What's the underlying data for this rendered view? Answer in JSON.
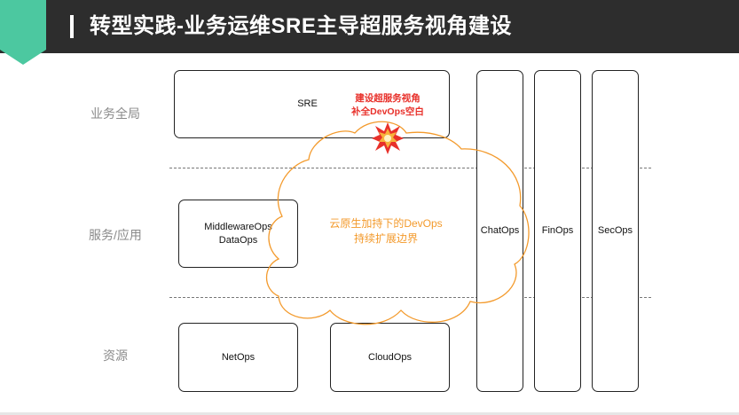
{
  "slide": {
    "title": "转型实践-业务运维SRE主导超服务视角建设",
    "accent_color": "#4cc8a0",
    "cloud_color": "#f39a2c",
    "callout_color": "#e8302a"
  },
  "layers": {
    "business": "业务全局",
    "service": "服务/应用",
    "resource": "资源"
  },
  "boxes": {
    "sre": "SRE",
    "middleware": "MiddlewareOps",
    "dataops": "DataOps",
    "netops": "NetOps",
    "cloudops": "CloudOps",
    "chatops": "ChatOps",
    "finops": "FinOps",
    "secops": "SecOps"
  },
  "callout": {
    "line1": "建设超服务视角",
    "line2": "补全DevOps空白",
    "icon": "explosion-icon"
  },
  "cloud": {
    "line1": "云原生加持下的DevOps",
    "line2": "持续扩展边界"
  }
}
